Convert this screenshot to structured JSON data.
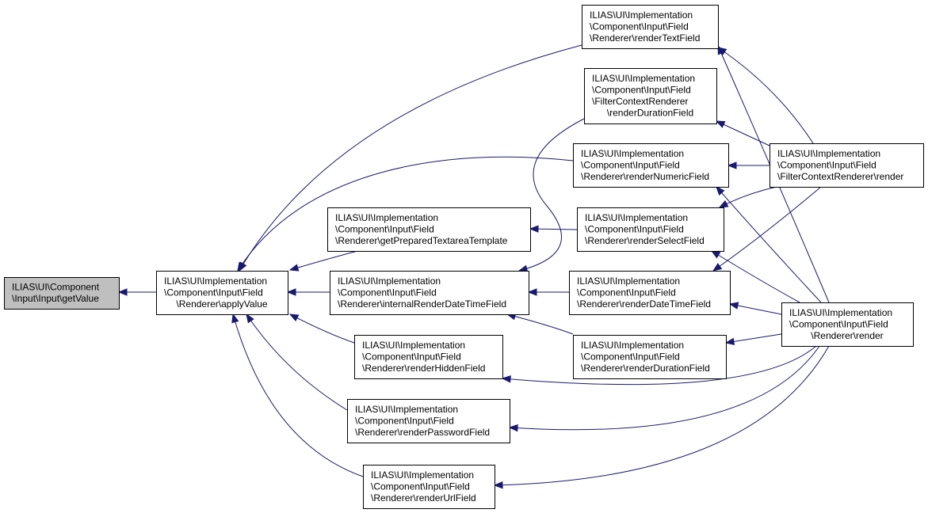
{
  "diagram": {
    "type": "call-graph",
    "colors": {
      "edge": "#191970",
      "focus_fill": "#bfbfbf",
      "node_fill": "#ffffff",
      "node_border": "#000000"
    },
    "nodes": [
      {
        "id": "getValue",
        "focus": true,
        "lines": [
          "ILIAS\\UI\\Component",
          "\\Input\\Input\\getValue"
        ]
      },
      {
        "id": "applyValue",
        "lines": [
          "ILIAS\\UI\\Implementation",
          "\\Component\\Input\\Field",
          "\\Renderer\\applyValue"
        ]
      },
      {
        "id": "getPreparedTextareaTemplate",
        "lines": [
          "ILIAS\\UI\\Implementation",
          "\\Component\\Input\\Field",
          "\\Renderer\\getPreparedTextareaTemplate"
        ]
      },
      {
        "id": "internalRenderDateTimeField",
        "lines": [
          "ILIAS\\UI\\Implementation",
          "\\Component\\Input\\Field",
          "\\Renderer\\internalRenderDateTimeField"
        ]
      },
      {
        "id": "renderHiddenField",
        "lines": [
          "ILIAS\\UI\\Implementation",
          "\\Component\\Input\\Field",
          "\\Renderer\\renderHiddenField"
        ]
      },
      {
        "id": "renderPasswordField",
        "lines": [
          "ILIAS\\UI\\Implementation",
          "\\Component\\Input\\Field",
          "\\Renderer\\renderPasswordField"
        ]
      },
      {
        "id": "renderUrlField",
        "lines": [
          "ILIAS\\UI\\Implementation",
          "\\Component\\Input\\Field",
          "\\Renderer\\renderUrlField"
        ]
      },
      {
        "id": "renderTextField",
        "lines": [
          "ILIAS\\UI\\Implementation",
          "\\Component\\Input\\Field",
          "\\Renderer\\renderTextField"
        ]
      },
      {
        "id": "filterRenderDurationField",
        "lines": [
          "ILIAS\\UI\\Implementation",
          "\\Component\\Input\\Field",
          "\\FilterContextRenderer",
          "\\renderDurationField"
        ]
      },
      {
        "id": "renderNumericField",
        "lines": [
          "ILIAS\\UI\\Implementation",
          "\\Component\\Input\\Field",
          "\\Renderer\\renderNumericField"
        ]
      },
      {
        "id": "renderSelectField",
        "lines": [
          "ILIAS\\UI\\Implementation",
          "\\Component\\Input\\Field",
          "\\Renderer\\renderSelectField"
        ]
      },
      {
        "id": "renderDateTimeField",
        "lines": [
          "ILIAS\\UI\\Implementation",
          "\\Component\\Input\\Field",
          "\\Renderer\\renderDateTimeField"
        ]
      },
      {
        "id": "renderDurationField",
        "lines": [
          "ILIAS\\UI\\Implementation",
          "\\Component\\Input\\Field",
          "\\Renderer\\renderDurationField"
        ]
      },
      {
        "id": "filterRender",
        "lines": [
          "ILIAS\\UI\\Implementation",
          "\\Component\\Input\\Field",
          "\\FilterContextRenderer\\render"
        ]
      },
      {
        "id": "render",
        "lines": [
          "ILIAS\\UI\\Implementation",
          "\\Component\\Input\\Field",
          "\\Renderer\\render"
        ]
      }
    ],
    "edges": [
      {
        "from": "applyValue",
        "to": "getValue"
      },
      {
        "from": "getPreparedTextareaTemplate",
        "to": "applyValue"
      },
      {
        "from": "internalRenderDateTimeField",
        "to": "applyValue"
      },
      {
        "from": "renderHiddenField",
        "to": "applyValue"
      },
      {
        "from": "renderPasswordField",
        "to": "applyValue"
      },
      {
        "from": "renderUrlField",
        "to": "applyValue"
      },
      {
        "from": "renderTextField",
        "to": "applyValue"
      },
      {
        "from": "renderNumericField",
        "to": "applyValue"
      },
      {
        "from": "filterRenderDurationField",
        "to": "internalRenderDateTimeField"
      },
      {
        "from": "renderSelectField",
        "to": "getPreparedTextareaTemplate"
      },
      {
        "from": "renderDateTimeField",
        "to": "internalRenderDateTimeField"
      },
      {
        "from": "renderDurationField",
        "to": "internalRenderDateTimeField"
      },
      {
        "from": "filterRender",
        "to": "renderTextField"
      },
      {
        "from": "filterRender",
        "to": "filterRenderDurationField"
      },
      {
        "from": "filterRender",
        "to": "renderNumericField"
      },
      {
        "from": "filterRender",
        "to": "renderSelectField"
      },
      {
        "from": "filterRender",
        "to": "renderDateTimeField"
      },
      {
        "from": "render",
        "to": "renderTextField"
      },
      {
        "from": "render",
        "to": "renderNumericField"
      },
      {
        "from": "render",
        "to": "renderSelectField"
      },
      {
        "from": "render",
        "to": "renderDateTimeField"
      },
      {
        "from": "render",
        "to": "renderDurationField"
      },
      {
        "from": "render",
        "to": "renderHiddenField"
      },
      {
        "from": "render",
        "to": "renderPasswordField"
      },
      {
        "from": "render",
        "to": "renderUrlField"
      }
    ]
  }
}
